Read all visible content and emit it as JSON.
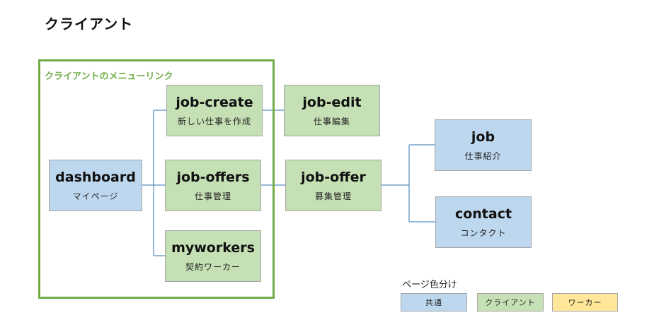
{
  "title": "クライアント",
  "menu_group": {
    "label": "クライアントのメニューリンク"
  },
  "nodes": {
    "dashboard": {
      "name": "dashboard",
      "desc": "マイページ"
    },
    "job_create": {
      "name": "job-create",
      "desc": "新しい仕事を作成"
    },
    "job_offers": {
      "name": "job-offers",
      "desc": "仕事管理"
    },
    "myworkers": {
      "name": "myworkers",
      "desc": "契約ワーカー"
    },
    "job_edit": {
      "name": "job-edit",
      "desc": "仕事編集"
    },
    "job_offer": {
      "name": "job-offer",
      "desc": "募集管理"
    },
    "job": {
      "name": "job",
      "desc": "仕事紹介"
    },
    "contact": {
      "name": "contact",
      "desc": "コンタクト"
    }
  },
  "legend": {
    "title": "ページ色分け",
    "items": [
      {
        "label": "共通",
        "color": "#bdd7ee"
      },
      {
        "label": "クライアント",
        "color": "#c5e0b4"
      },
      {
        "label": "ワーカー",
        "color": "#ffe699"
      }
    ]
  },
  "colors": {
    "connector": "#2e75b6",
    "menu_frame": "#70ad47"
  }
}
